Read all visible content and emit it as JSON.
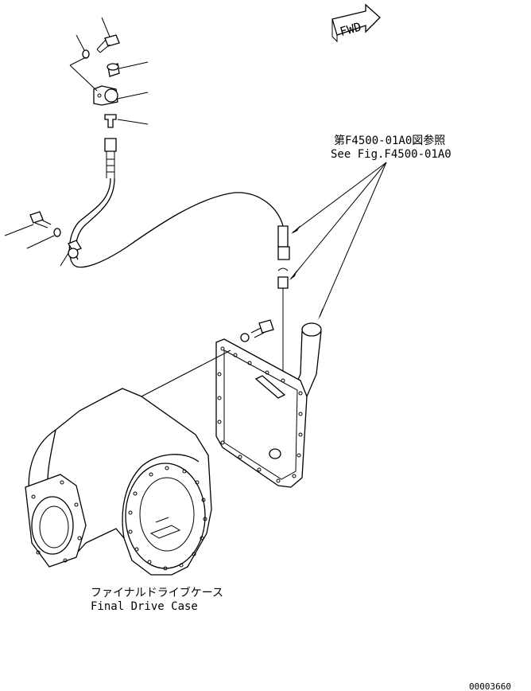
{
  "labels": {
    "fwd": "FWD",
    "ref_jp": "第F4500-01A0図参照",
    "ref_en": "See Fig.F4500-01A0",
    "case_jp": "ファイナルドライブケース",
    "case_en": "Final Drive Case",
    "drawing_no": "00003660"
  }
}
